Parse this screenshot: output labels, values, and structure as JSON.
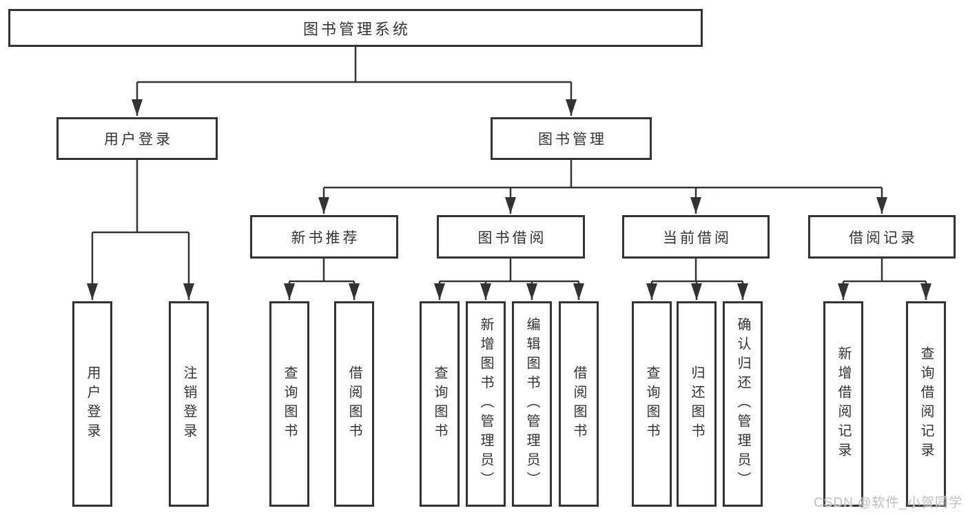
{
  "meta": {
    "watermark": "CSDN @软件_小贺同学",
    "colors": {
      "line": "#333333",
      "box_border": "#333333",
      "box_fill": "#ffffff",
      "text": "#333333",
      "watermark": "#bfbfbf",
      "background": "#ffffff"
    }
  },
  "tree": {
    "root": "图书管理系统",
    "branches": [
      {
        "label": "用户登录",
        "children": [
          "用户登录",
          "注销登录"
        ]
      },
      {
        "label": "图书管理",
        "groups": [
          {
            "label": "新书推荐",
            "children": [
              "查询图书",
              "借阅图书"
            ]
          },
          {
            "label": "图书借阅",
            "children": [
              "查询图书",
              "新增图书（管理员）",
              "编辑图书（管理员）",
              "借阅图书"
            ]
          },
          {
            "label": "当前借阅",
            "children": [
              "查询图书",
              "归还图书",
              "确认归还（管理员）"
            ]
          },
          {
            "label": "借阅记录",
            "children": [
              "新增借阅记录",
              "查询借阅记录"
            ]
          }
        ]
      }
    ]
  }
}
